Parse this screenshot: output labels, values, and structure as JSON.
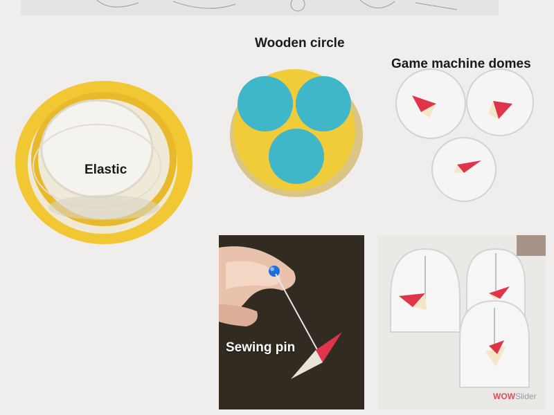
{
  "labels": {
    "wooden_circle": "Wooden circle",
    "game_machine_domes": "Game machine domes",
    "elastic": "Elastic",
    "sewing_pin": "Sewing pin"
  },
  "watermark": {
    "wow": "WOW",
    "slider": "Slider"
  },
  "colors": {
    "paper": "#efeeec",
    "elastic_yellow": "#f2c734",
    "wood_yellow": "#f0cc3a",
    "blue_paint": "#3fb7c9",
    "pin_red": "#e0344a",
    "pin_head_blue": "#1e6fd9"
  }
}
